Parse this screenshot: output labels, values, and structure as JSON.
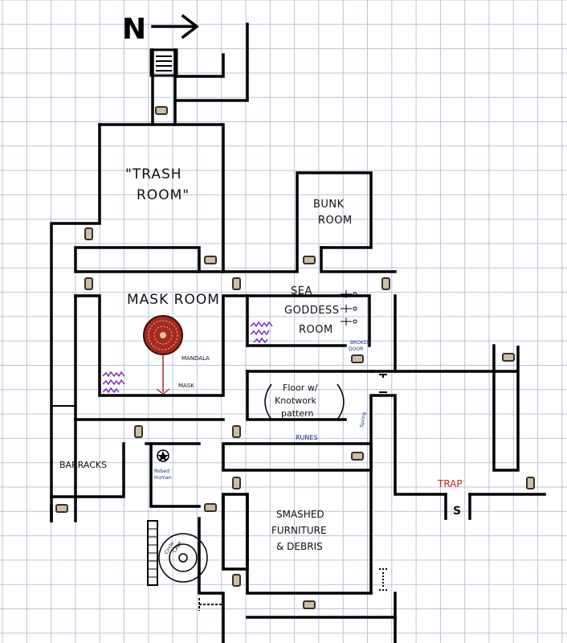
{
  "compass": {
    "letter": "N"
  },
  "rooms": {
    "trash_line1": "\"TRASH",
    "trash_line2": "ROOM\"",
    "bunk_line1": "BUNK",
    "bunk_line2": "ROOM",
    "mask": "MASK ROOM",
    "sea_line1": "SEA",
    "sea_line2": "GODDESS",
    "sea_line3": "ROOM",
    "barracks": "BARRACKS",
    "smashed_line1": "SMASHED",
    "smashed_line2": "FURNITURE",
    "smashed_line3": "& DEBRIS"
  },
  "notes": {
    "floor_line1": "Floor w/",
    "floor_line2": "Knotwork",
    "floor_line3": "pattern",
    "mandala": "MANDALA",
    "mask": "MASK",
    "runes": "RUNES",
    "broken_door_line1": "BROKEN",
    "broken_door_line2": "DOOR",
    "robed_line1": "Robed",
    "robed_line2": "Human",
    "spring": "Spring",
    "trap": "TRAP",
    "trap_symbol": "S",
    "circle_note1": "Circle",
    "circle_note2": "Cage"
  },
  "colors": {
    "walls": "#000000",
    "grid": "#b7c3dc",
    "doors": "#c9bfa8",
    "mandala": "#a52a1f",
    "debris": "#7a1fb0",
    "trap": "#cc1f1f",
    "annotation_blue": "#1a2a8a"
  }
}
